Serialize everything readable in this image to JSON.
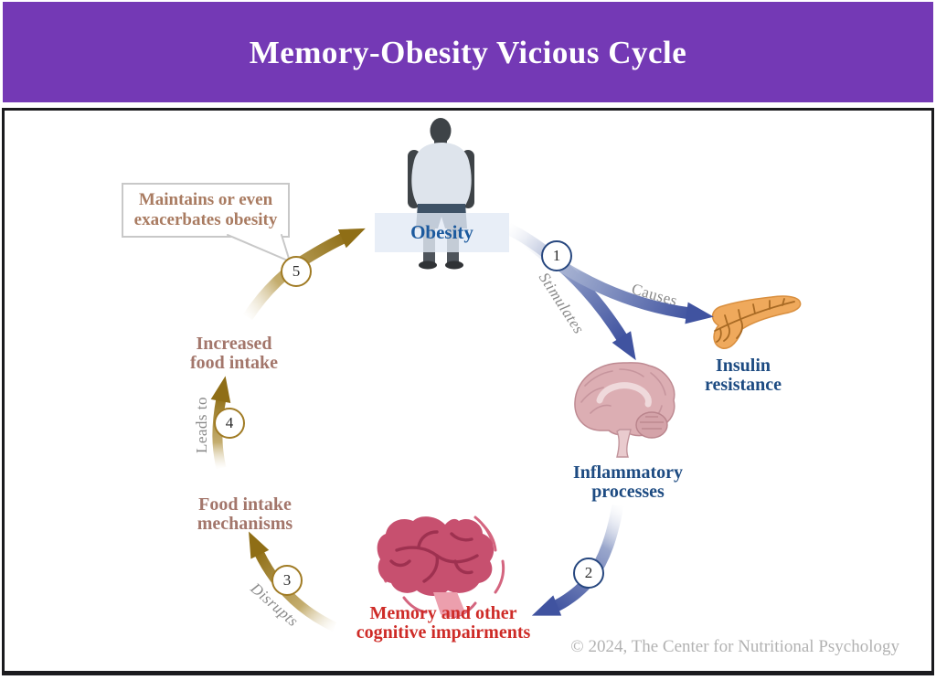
{
  "header": {
    "title": "Memory-Obesity Vicious Cycle"
  },
  "nodes": {
    "obesity": "Obesity",
    "insulin": "Insulin\nresistance",
    "inflammatory": "Inflammatory\nprocesses",
    "memory": "Memory and other\ncognitive impairments",
    "food_mechanisms": "Food intake\nmechanisms",
    "increased_intake": "Increased\nfood intake"
  },
  "arrow_labels": {
    "stimulates": "Stimulates",
    "causes": "Causes",
    "disrupts": "Disrupts",
    "leads_to": "Leads to"
  },
  "badges": {
    "b1": "1",
    "b2": "2",
    "b3": "3",
    "b4": "4",
    "b5": "5"
  },
  "bubble": {
    "text": "Maintains or even\nexacerbates obesity"
  },
  "footer": {
    "copyright": "© 2024, The Center for Nutritional Psychology"
  },
  "icons": {
    "person": "obese-person-icon",
    "pancreas": "pancreas-icon",
    "brain_sagittal": "inflamed-brain-icon",
    "brain_shaking": "impaired-brain-icon"
  },
  "colors": {
    "header_bg": "#7439B5",
    "blue_arrow": "#4053A0",
    "gold_arrow": "#8F6E16",
    "obesity_text": "#1C5A9E",
    "node_blue": "#1D4B82",
    "node_red": "#CE2B27",
    "node_brown": "#A3766B",
    "bubble_text": "#A97B61",
    "arrow_label_gray": "#8A8A8A"
  }
}
